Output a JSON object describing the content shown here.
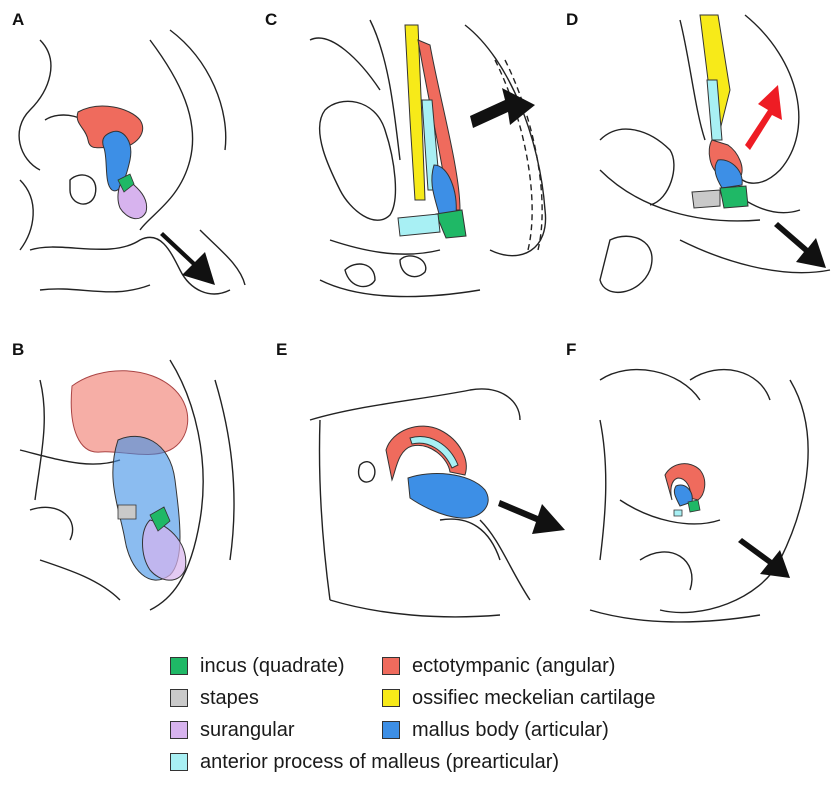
{
  "panels": {
    "a": {
      "label": "A"
    },
    "b": {
      "label": "B"
    },
    "c": {
      "label": "C"
    },
    "d": {
      "label": "D"
    },
    "e": {
      "label": "E"
    },
    "f": {
      "label": "F"
    }
  },
  "colors": {
    "incus": "#1fb866",
    "ectotympanic": "#ef6b5d",
    "stapes": "#c9c9c9",
    "meckelian": "#f7ea19",
    "surangular": "#d7b3ee",
    "mallus": "#3d8fe6",
    "anterior": "#a8f0f4",
    "arrow_black": "#111111",
    "arrow_red": "#ee1c24"
  },
  "legend": {
    "incus": "incus (quadrate)",
    "ectotympanic": "ectotympanic (angular)",
    "stapes": "stapes",
    "meckelian": "ossifiec meckelian cartilage",
    "surangular": "surangular",
    "mallus": "mallus body (articular)",
    "anterior": "anterior process of malleus (prearticular)"
  }
}
